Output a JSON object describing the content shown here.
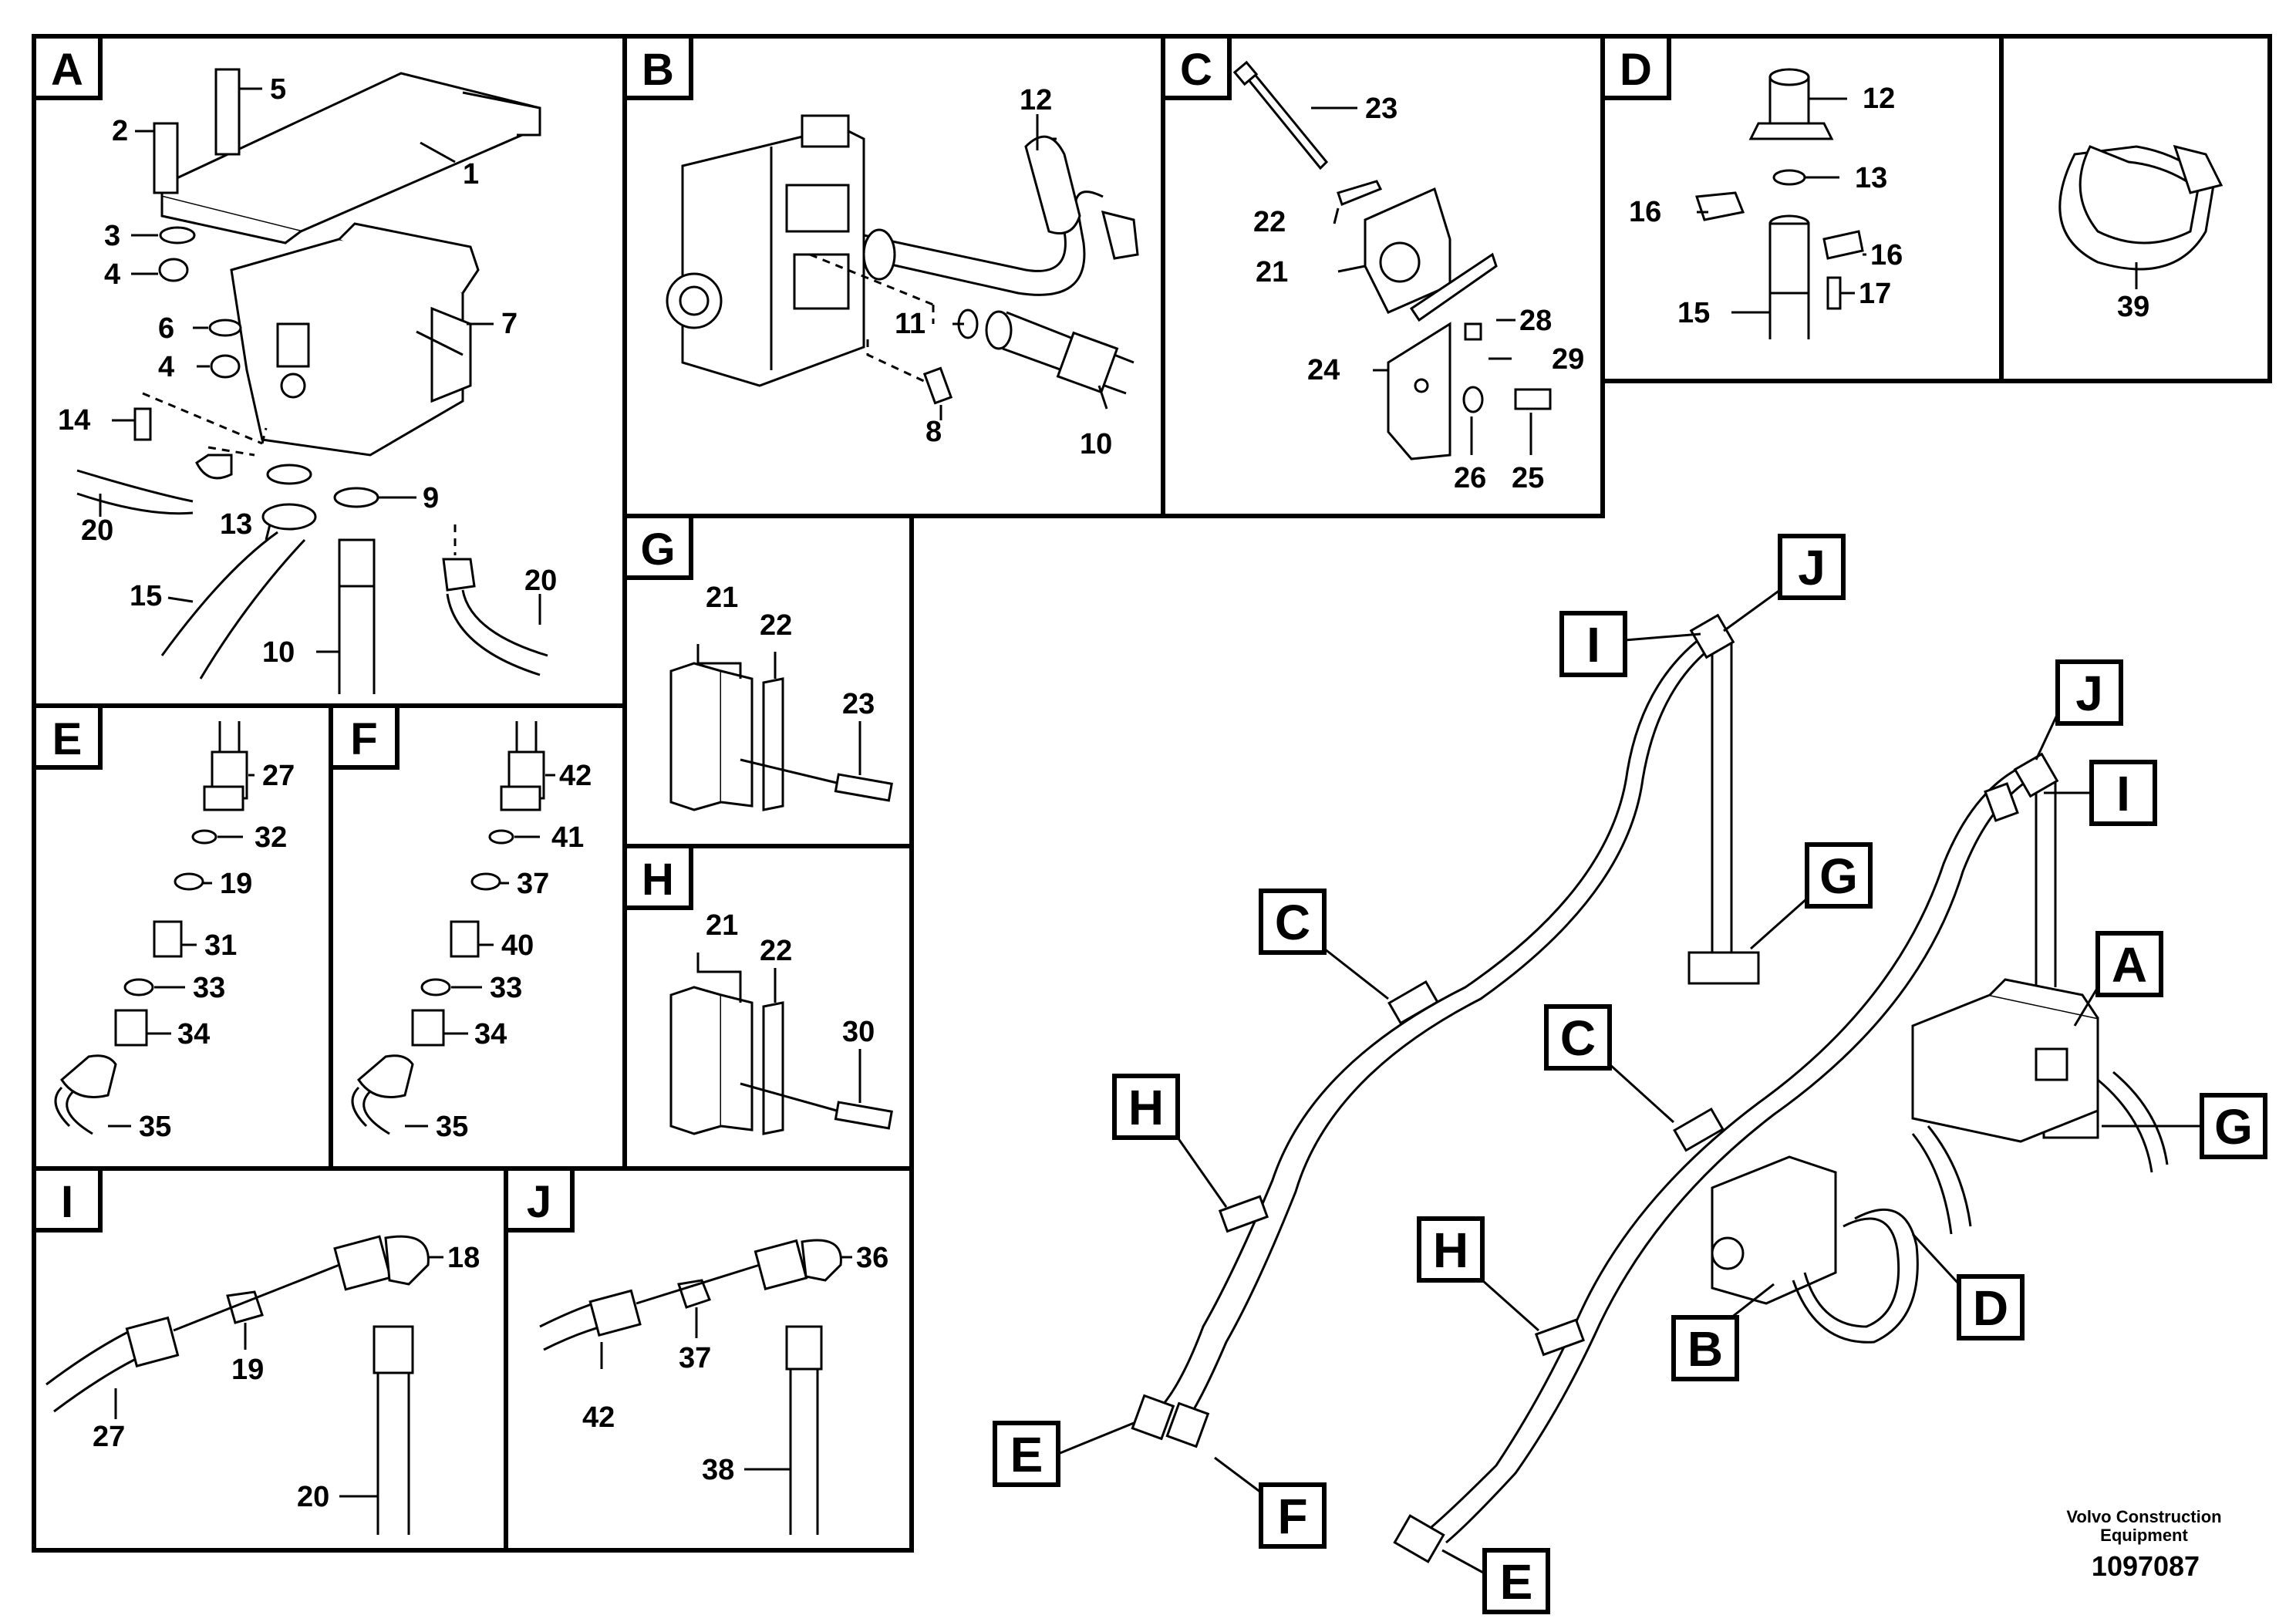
{
  "panels": {
    "A": {
      "label": "A",
      "callouts": [
        "1",
        "2",
        "3",
        "4",
        "5",
        "6",
        "7",
        "4",
        "14",
        "20",
        "13",
        "9",
        "15",
        "10",
        "20"
      ]
    },
    "B": {
      "label": "B",
      "callouts": [
        "12",
        "11",
        "8",
        "10"
      ]
    },
    "C": {
      "label": "C",
      "callouts": [
        "23",
        "22",
        "21",
        "28",
        "29",
        "24",
        "26",
        "25"
      ]
    },
    "D": {
      "label": "D",
      "callouts": [
        "12",
        "13",
        "16",
        "16",
        "15",
        "17"
      ]
    },
    "clip": {
      "callouts": [
        "39"
      ]
    },
    "E": {
      "label": "E",
      "callouts": [
        "27",
        "32",
        "19",
        "31",
        "33",
        "34",
        "35"
      ]
    },
    "F": {
      "label": "F",
      "callouts": [
        "42",
        "41",
        "37",
        "40",
        "33",
        "34",
        "35"
      ]
    },
    "G": {
      "label": "G",
      "callouts": [
        "21",
        "22",
        "23"
      ]
    },
    "H": {
      "label": "H",
      "callouts": [
        "21",
        "22",
        "30"
      ]
    },
    "I": {
      "label": "I",
      "callouts": [
        "18",
        "19",
        "27",
        "20"
      ]
    },
    "J": {
      "label": "J",
      "callouts": [
        "36",
        "37",
        "42",
        "38"
      ]
    }
  },
  "overview_callouts": [
    "J",
    "I",
    "J",
    "I",
    "G",
    "A",
    "C",
    "C",
    "G",
    "H",
    "D",
    "H",
    "B",
    "E",
    "F",
    "E"
  ],
  "footer": {
    "company_line1": "Volvo Construction",
    "company_line2": "Equipment",
    "drawing_number": "1097087"
  }
}
